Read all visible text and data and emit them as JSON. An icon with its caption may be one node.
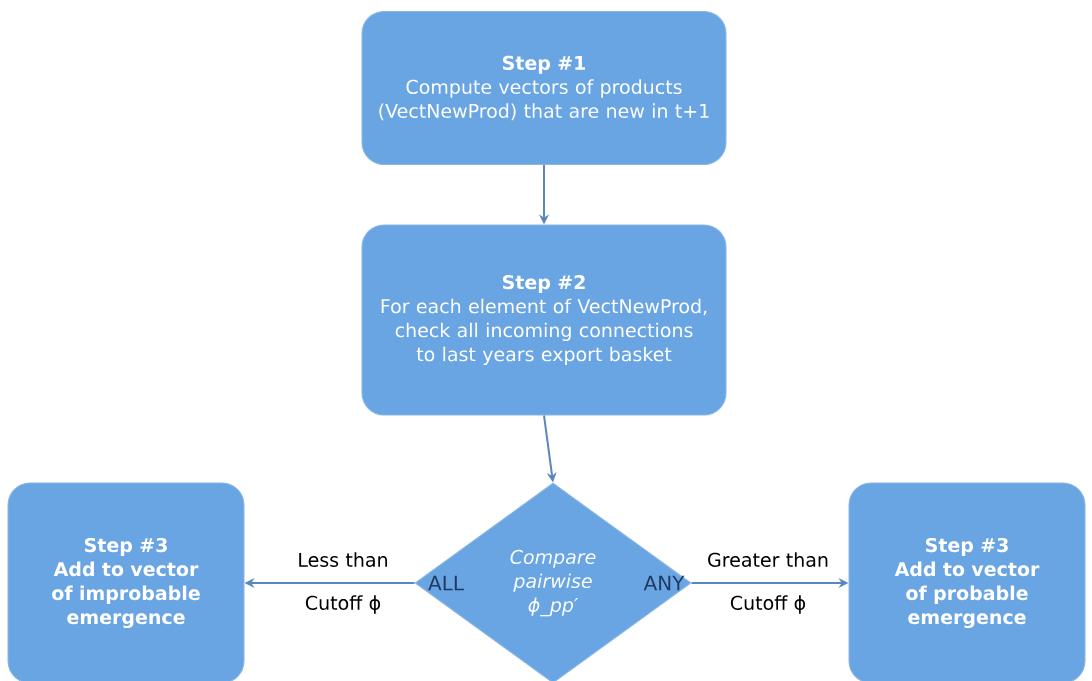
{
  "diagram": {
    "nodes": [
      {
        "text": [
          "Step #1",
          "Compute vectors of products (VectNewProd) that are new in t+1"
        ]
      },
      {
        "text": [
          "Step #2",
          "For each element of VectNewProd, check all incoming connections to last years export basket"
        ]
      },
      {
        "text": [
          "Compare pairwise ϕ_pp′"
        ]
      },
      {
        "text": [
          "Step #3",
          "Add to vector of improbable emergence"
        ]
      },
      {
        "text": [
          "Step #3",
          "Add to vector of probable emergence"
        ]
      }
    ],
    "edges": [
      {
        "from": 0,
        "to": 1,
        "arrow": "to"
      },
      {
        "from": 1,
        "to": 2,
        "arrow": "to"
      },
      {
        "from": 2,
        "to": 3,
        "arrow": "to",
        "label": "Less than Cutoff ϕ"
      },
      {
        "from": 2,
        "to": 4,
        "arrow": "to",
        "label": "Greater than Cutoff ϕ"
      }
    ],
    "labels": [
      "ALL",
      "ANY"
    ]
  }
}
